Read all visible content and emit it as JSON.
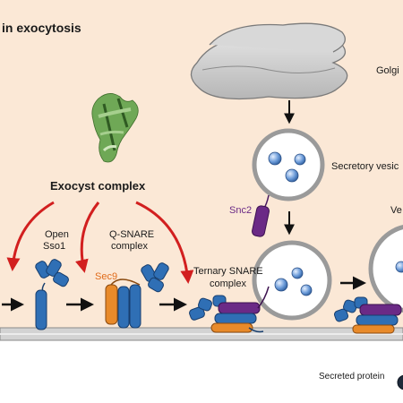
{
  "title": "in exocytosis",
  "labels": {
    "golgi": "Golgi",
    "secretory_vesicle": "Secretory vesic",
    "exocyst": "Exocyst complex",
    "open_sso1_line1": "Open",
    "open_sso1_line2": "Sso1",
    "qsnare_line1": "Q-SNARE",
    "qsnare_line2": "complex",
    "sec9": "Sec9",
    "snc2": "Snc2",
    "ternary_line1": "Ternary SNARE",
    "ternary_line2": "complex",
    "vesicle_cut": "Ve",
    "secreted_protein": "Secreted protein"
  },
  "colors": {
    "background": "#fbe8d6",
    "membrane": "#c8c8c8",
    "helix_blue": "#2f6fb5",
    "helix_purple": "#6b2a86",
    "sec9_orange": "#e88a2a",
    "arrow_red": "#d21f1f",
    "exocyst_green": "#4f8a3a",
    "sec9_text": "#e06b1a",
    "snc2_text": "#6b2a86"
  }
}
